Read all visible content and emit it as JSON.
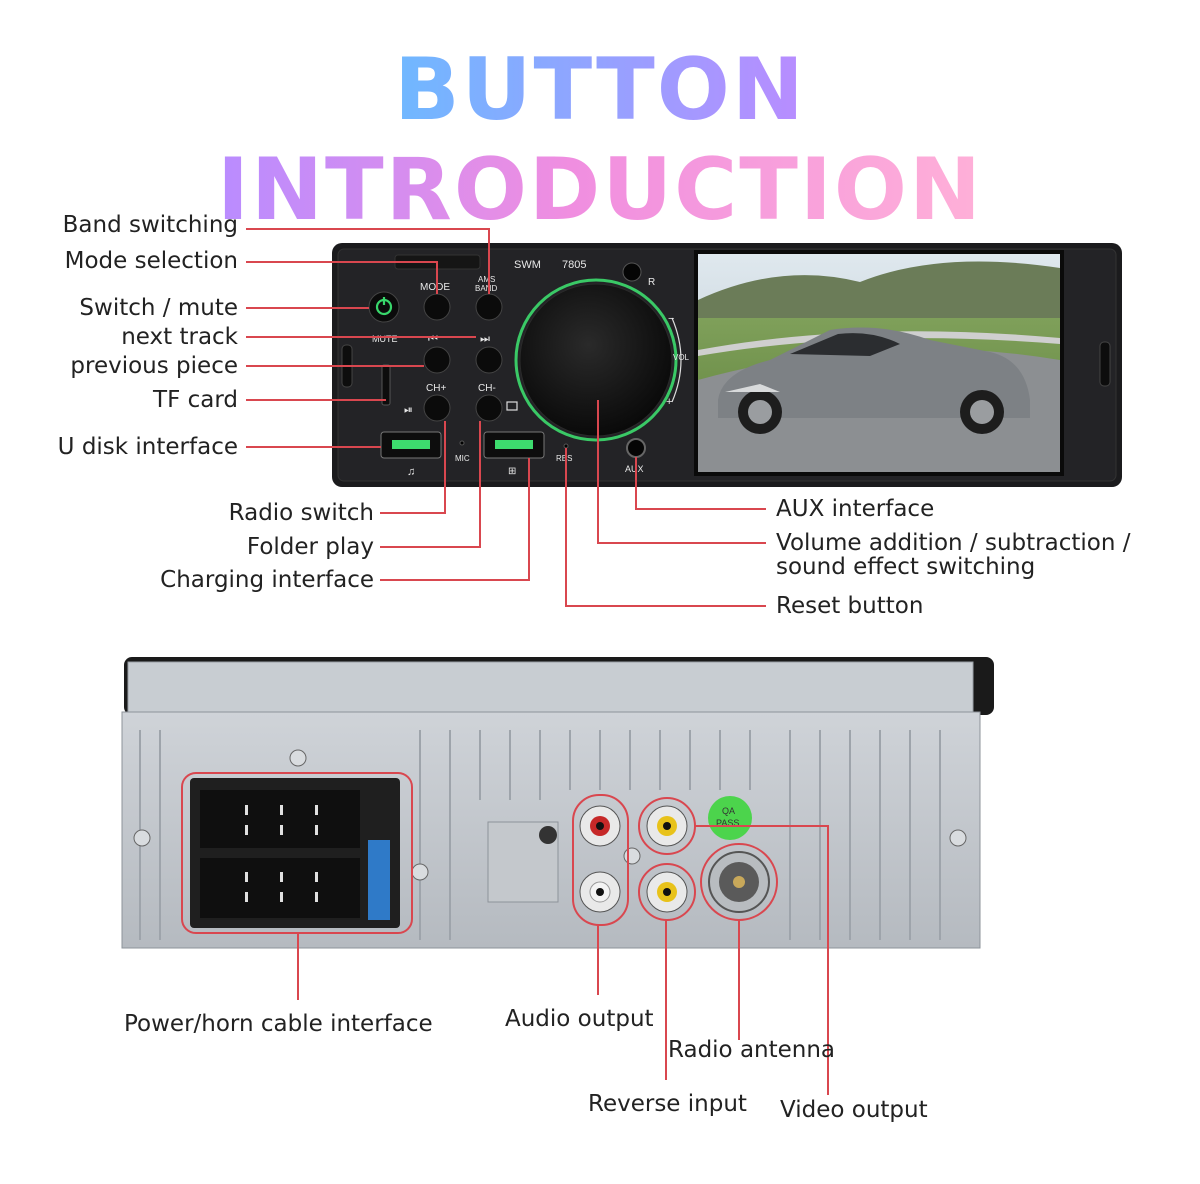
{
  "title": "BUTTON INTRODUCTION",
  "front_panel": {
    "brand": "SWM",
    "model": "7805",
    "buttons": {
      "mode": "MODE",
      "ams_band_line1": "AMS",
      "ams_band_line2": "BAND",
      "mute": "MUTE",
      "ch_plus": "CH+",
      "ch_minus": "CH-",
      "vol": "VOL",
      "mic": "MIC",
      "res": "RES",
      "aux": "AUX"
    }
  },
  "front_labels": {
    "band_switching": "Band switching",
    "mode_selection": "Mode selection",
    "switch_mute": "Switch / mute",
    "next_track": "next track",
    "previous_piece": "previous piece",
    "tf_card": "TF card",
    "u_disk_interface": "U disk interface",
    "radio_switch": "Radio switch",
    "folder_play": "Folder play",
    "charging_interface": "Charging interface",
    "aux_interface": "AUX interface",
    "volume_line1": "Volume addition / subtraction /",
    "volume_line2": "sound effect switching",
    "reset_button": "Reset button"
  },
  "back_labels": {
    "power_horn": "Power/horn cable interface",
    "audio_output": "Audio output",
    "radio_antenna": "Radio antenna",
    "reverse_input": "Reverse input",
    "video_output": "Video output"
  },
  "back_panel": {
    "pass_sticker_line1": "QA",
    "pass_sticker_line2": "PASS"
  },
  "colors": {
    "callout_line": "#d9474f",
    "knob_ring": "#3ddc6e",
    "pass_sticker": "#4cd44c"
  }
}
